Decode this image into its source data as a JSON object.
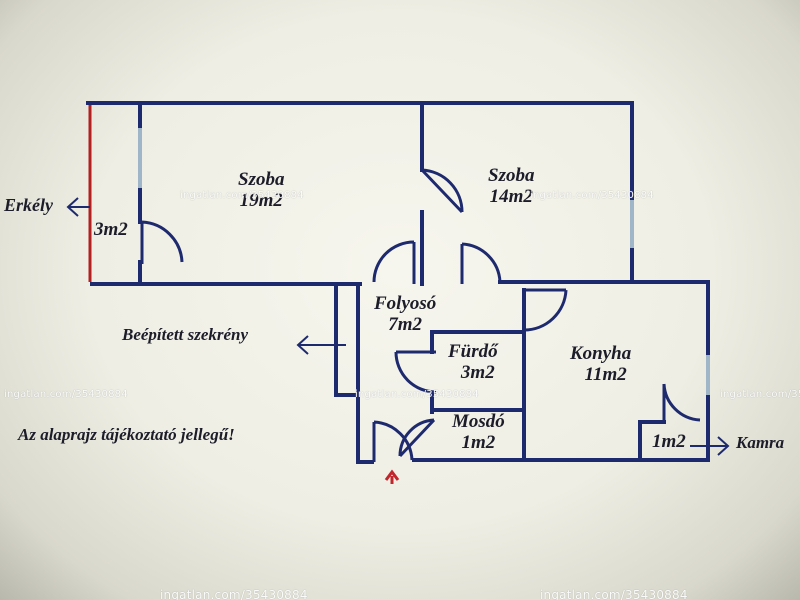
{
  "rooms": {
    "szoba1": {
      "name": "Szoba",
      "area": "19m2"
    },
    "szoba2": {
      "name": "Szoba",
      "area": "14m2"
    },
    "erkely_area": "3m2",
    "folyoso": {
      "name": "Folyosó",
      "area": "7m2"
    },
    "furdo": {
      "name": "Fürdő",
      "area": "3m2"
    },
    "konyha": {
      "name": "Konyha",
      "area": "11m2"
    },
    "mosdo": {
      "name": "Mosdó",
      "area": "1m2"
    },
    "kamra_area": "1m2"
  },
  "labels": {
    "erkely": "Erkély",
    "beepitett": "Beépített szekrény",
    "kamra": "Kamra",
    "disclaimer": "Az alaprajz tájékoztató jellegű!"
  },
  "watermark": "ingatlan.com/35430884",
  "colors": {
    "wall": "#1e2a6e",
    "window": "#9fb6c8",
    "balcony_edge": "#b42020",
    "entrance_arrow": "#c0262c"
  }
}
